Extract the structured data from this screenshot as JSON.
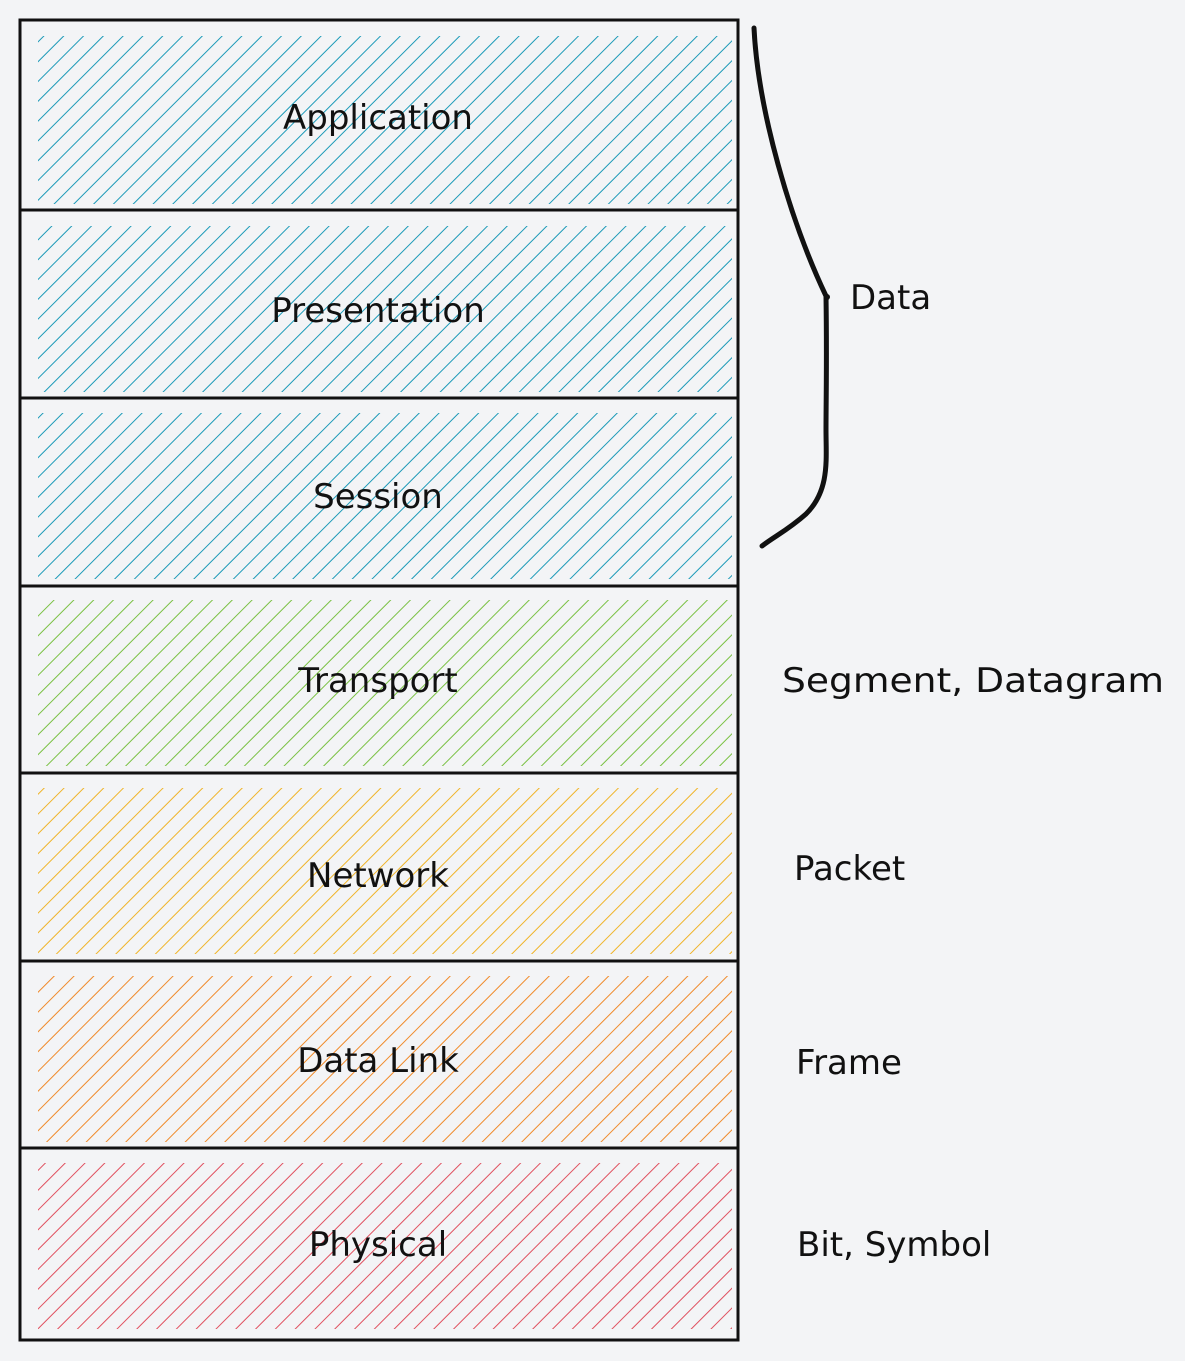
{
  "layers": [
    {
      "name": "Application",
      "color": "#1c9ab8"
    },
    {
      "name": "Presentation",
      "color": "#1c9ab8"
    },
    {
      "name": "Session",
      "color": "#1c9ab8"
    },
    {
      "name": "Transport",
      "color": "#7ac143"
    },
    {
      "name": "Network",
      "color": "#f0b429"
    },
    {
      "name": "Data Link",
      "color": "#f08a2a"
    },
    {
      "name": "Physical",
      "color": "#e0505f"
    }
  ],
  "pdus": {
    "data": "Data",
    "transport": "Segment, Datagram",
    "network": "Packet",
    "data_link": "Frame",
    "physical": "Bit, Symbol"
  }
}
